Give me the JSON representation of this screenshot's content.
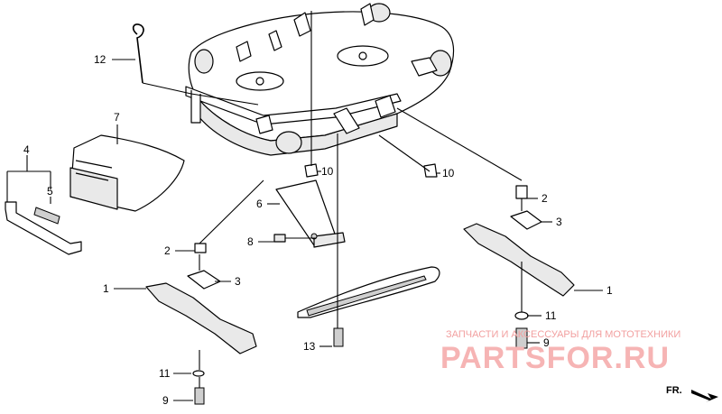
{
  "callouts": [
    {
      "id": "c12",
      "text": "12"
    },
    {
      "id": "c7",
      "text": "7"
    },
    {
      "id": "c4",
      "text": "4"
    },
    {
      "id": "c5",
      "text": "5"
    },
    {
      "id": "c6",
      "text": "6"
    },
    {
      "id": "c8",
      "text": "8"
    },
    {
      "id": "c2a",
      "text": "2"
    },
    {
      "id": "c3a",
      "text": "3"
    },
    {
      "id": "c1a",
      "text": "1"
    },
    {
      "id": "c11a",
      "text": "11"
    },
    {
      "id": "c9a",
      "text": "9"
    },
    {
      "id": "c10a",
      "text": "10"
    },
    {
      "id": "c10b",
      "text": "10"
    },
    {
      "id": "c13",
      "text": "13"
    },
    {
      "id": "c2b",
      "text": "2"
    },
    {
      "id": "c3b",
      "text": "3"
    },
    {
      "id": "c1b",
      "text": "1"
    },
    {
      "id": "c11b",
      "text": "11"
    },
    {
      "id": "c9b",
      "text": "9"
    }
  ],
  "watermark": {
    "line1": "ЗАПЧАСТИ И АКСЕССУАРЫ ДЛЯ МОТОТЕХНИКИ",
    "line2": "PARTSFOR.RU"
  },
  "direction_marker": "FR.",
  "colors": {
    "ink": "#000000",
    "watermark": "#f6b4b4",
    "background": "#ffffff"
  }
}
